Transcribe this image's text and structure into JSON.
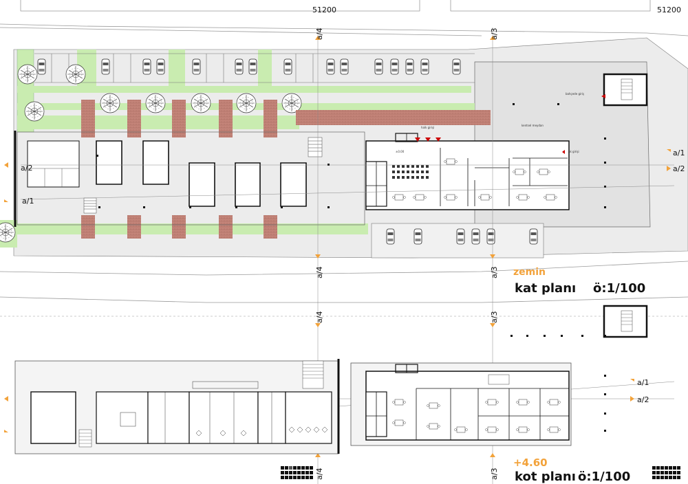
{
  "dimensions": {
    "top_left": "51200",
    "top_right": "51200"
  },
  "section_markers": {
    "a1": "a/1",
    "a2": "a/2",
    "a3": "a/3",
    "a4": "a/4"
  },
  "ground_floor": {
    "title_level": "zemin",
    "title_main": "kat planı",
    "title_scale": "ö:1/100",
    "labels": {
      "service_entry": "bahçede giriş",
      "city_square": "kentsel meydan",
      "public_entry": "halk girişi",
      "entry": "ak girişi",
      "elevation": "±0.00"
    }
  },
  "upper_floor": {
    "title_level": "+4.60",
    "title_main": "kot planı",
    "title_scale": "ö:1/100"
  },
  "colors": {
    "green": "#c9ecb0",
    "brick": "#b77b70",
    "grey": "#e6e6e6",
    "wall": "#111111",
    "orange": "#f2a23a"
  },
  "icons": [
    "tree-icon",
    "car-icon",
    "section-arrow-icon",
    "stair-icon",
    "scale-bar-icon"
  ]
}
